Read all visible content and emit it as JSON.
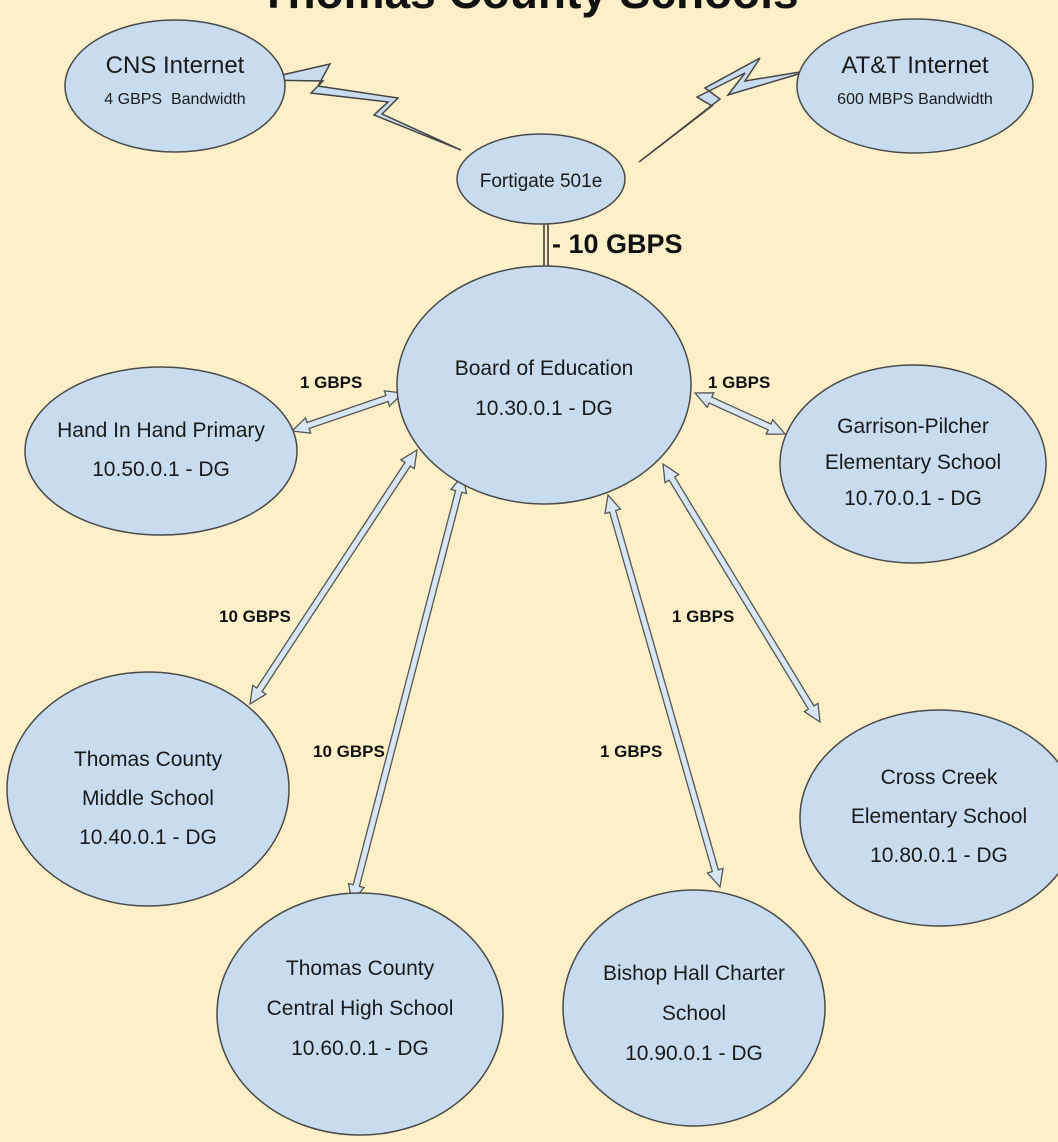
{
  "title": "Thomas County Schools",
  "internet": [
    {
      "id": "cns",
      "name": "CNS Internet",
      "bandwidth": "4 GBPS  Bandwidth"
    },
    {
      "id": "att",
      "name": "AT&T Internet",
      "bandwidth": "600 MBPS Bandwidth"
    }
  ],
  "firewall": {
    "name": "Fortigate 501e",
    "uplink_label": "- 10 GBPS"
  },
  "hub": {
    "name": "Board of Education",
    "ip": "10.30.0.1 - DG"
  },
  "schools": [
    {
      "id": "hand-in-hand",
      "lines": [
        "Hand In Hand Primary",
        "10.50.0.1 - DG"
      ],
      "link": "1 GBPS"
    },
    {
      "id": "garrison-pilcher",
      "lines": [
        "Garrison-Pilcher",
        "Elementary School",
        "10.70.0.1 - DG"
      ],
      "link": "1 GBPS"
    },
    {
      "id": "tc-middle",
      "lines": [
        "Thomas County",
        "Middle School",
        "10.40.0.1 - DG"
      ],
      "link": "10 GBPS"
    },
    {
      "id": "tc-central-high",
      "lines": [
        "Thomas County",
        "Central High School",
        "10.60.0.1 - DG"
      ],
      "link": "10 GBPS"
    },
    {
      "id": "bishop-hall",
      "lines": [
        "Bishop Hall Charter",
        "School",
        "10.90.0.1 - DG"
      ],
      "link": "1 GBPS"
    },
    {
      "id": "cross-creek",
      "lines": [
        "Cross Creek",
        "Elementary School",
        "10.80.0.1 - DG"
      ],
      "link": "1 GBPS"
    }
  ],
  "colors": {
    "background": "#fdf0c9",
    "node_fill": "#c9dcef",
    "node_stroke": "#4a4a4a",
    "arrow_fill": "#d8e6f3"
  }
}
